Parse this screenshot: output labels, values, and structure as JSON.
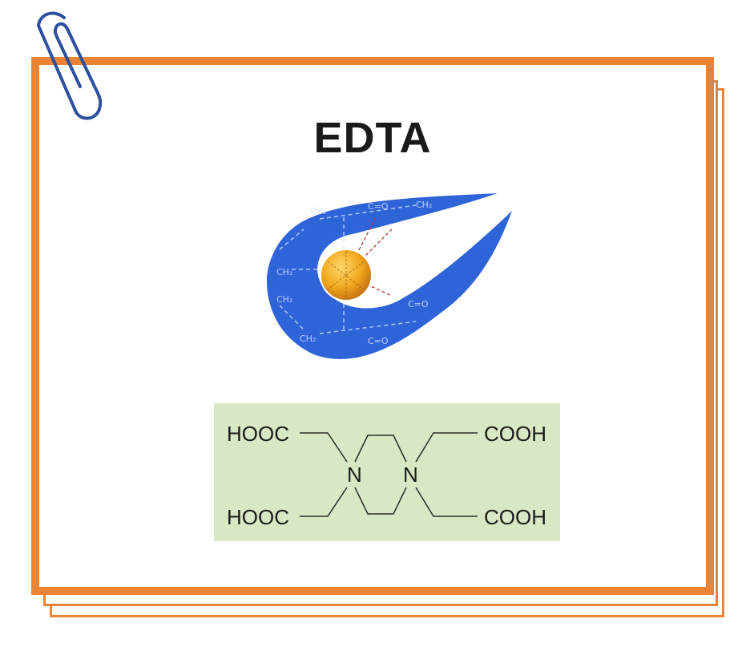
{
  "title": "EDTA",
  "illustration": {
    "icon": "chelate-complex-icon",
    "shape_color": "#2f63d8",
    "metal_ion_color": "#f0a81e"
  },
  "structural_formula": {
    "background": "#d9e8c4",
    "top_left_group": "HOOC",
    "bottom_left_group": "HOOC",
    "top_right_group": "COOH",
    "bottom_right_group": "COOH",
    "nitrogen_left": "N",
    "nitrogen_right": "N"
  },
  "frame": {
    "border_color": "#ea8434",
    "clip_icon": "paperclip-icon",
    "clip_color": "#2c4f9e"
  }
}
